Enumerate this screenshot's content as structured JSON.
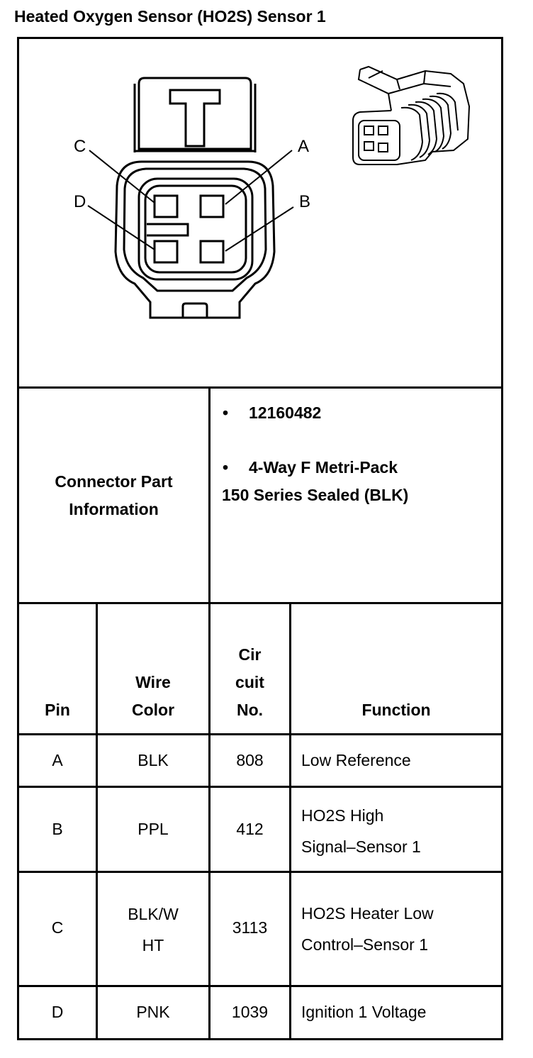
{
  "title": "Heated Oxygen Sensor (HO2S) Sensor 1",
  "diagram": {
    "pin_labels": [
      "A",
      "B",
      "C",
      "D"
    ]
  },
  "connector_info": {
    "label_line1": "Connector Part",
    "label_line2": "Information",
    "bullet": "•",
    "part_number": "12160482",
    "description_line1": "4-Way F Metri-Pack",
    "description_line2": "150 Series Sealed (BLK)"
  },
  "table": {
    "headers": {
      "pin": "Pin",
      "wire_color_line1": "Wire",
      "wire_color_line2": "Color",
      "circuit_line1": "Cir",
      "circuit_line2": "cuit",
      "circuit_line3": "No.",
      "function": "Function"
    },
    "rows": [
      {
        "pin": "A",
        "wire": "BLK",
        "wire2": "",
        "circuit": "808",
        "function1": "Low Reference",
        "function2": ""
      },
      {
        "pin": "B",
        "wire": "PPL",
        "wire2": "",
        "circuit": "412",
        "function1": "HO2S High",
        "function2": "Signal–Sensor 1"
      },
      {
        "pin": "C",
        "wire": "BLK/W",
        "wire2": "HT",
        "circuit": "3113",
        "function1": "HO2S Heater Low",
        "function2": "Control–Sensor 1"
      },
      {
        "pin": "D",
        "wire": "PNK",
        "wire2": "",
        "circuit": "1039",
        "function1": "Ignition 1 Voltage",
        "function2": ""
      }
    ]
  }
}
